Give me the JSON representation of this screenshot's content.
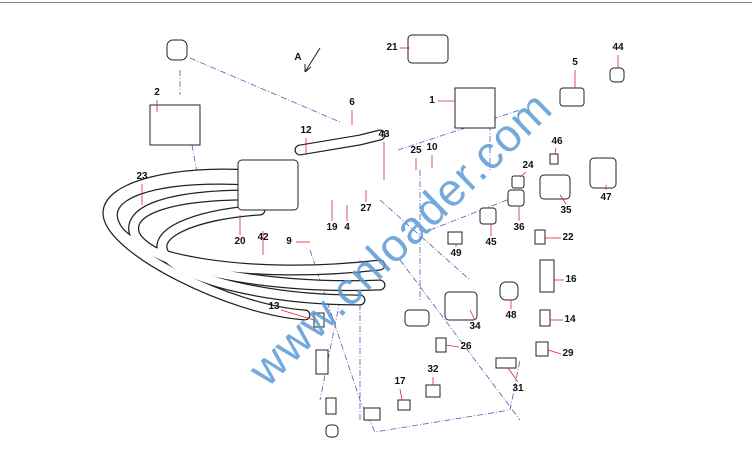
{
  "diagram": {
    "view_label": "A",
    "part_labels": [
      "21",
      "44",
      "2",
      "6",
      "5",
      "1",
      "12",
      "43",
      "46",
      "25",
      "10",
      "24",
      "23",
      "27",
      "35",
      "47",
      "4",
      "19",
      "9",
      "22",
      "20",
      "42",
      "36",
      "45",
      "49",
      "16",
      "13",
      "34",
      "48",
      "14",
      "26",
      "29",
      "17",
      "32",
      "31"
    ],
    "line_color": "#333333",
    "leader_color": "#d9262c",
    "dash_color": "#5a5ab0"
  },
  "watermark": {
    "text": "www.cnloader.com",
    "color": "#5b9bd5"
  }
}
